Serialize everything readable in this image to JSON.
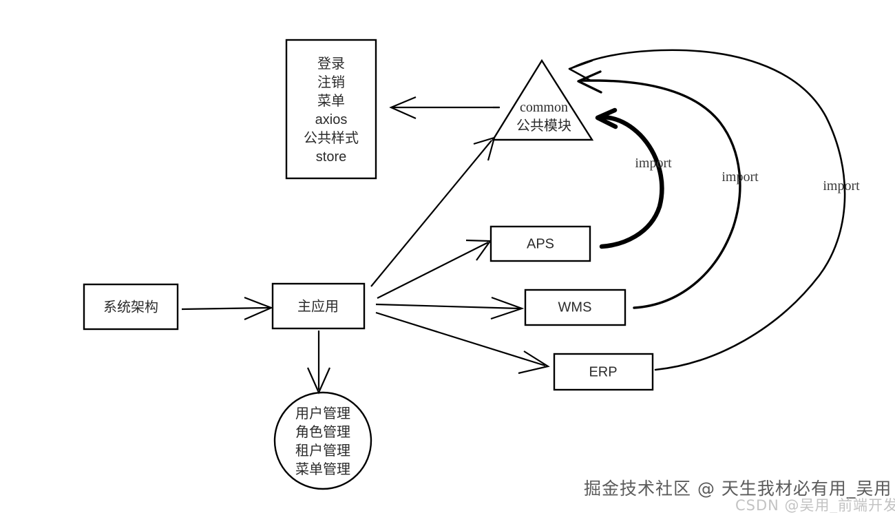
{
  "diagram": {
    "type": "flow-architecture",
    "nodes": {
      "common_list": {
        "shape": "rectangle",
        "items": [
          "登录",
          "注销",
          "菜单",
          "axios",
          "公共样式",
          "store"
        ]
      },
      "common_module": {
        "shape": "triangle",
        "line1": "common",
        "line2": "公共模块"
      },
      "system_arch": {
        "shape": "rectangle",
        "label": "系统架构"
      },
      "main_app": {
        "shape": "rectangle",
        "label": "主应用"
      },
      "aps": {
        "shape": "rectangle",
        "label": "APS"
      },
      "wms": {
        "shape": "rectangle",
        "label": "WMS"
      },
      "erp": {
        "shape": "rectangle",
        "label": "ERP"
      },
      "management": {
        "shape": "circle",
        "items": [
          "用户管理",
          "角色管理",
          "租户管理",
          "菜单管理"
        ]
      }
    },
    "edge_labels": {
      "import_aps": "import",
      "import_wms": "import",
      "import_erp": "import"
    },
    "colors": {
      "stroke": "#000000",
      "text": "#2b2b2b",
      "background": "#ffffff",
      "watermark_main": "#5b5b5b",
      "watermark_sub": "#c3c3c3"
    }
  },
  "watermarks": {
    "main": "掘金技术社区 @ 天生我材必有用_吴用",
    "sub": "CSDN @吴用_前端开发"
  }
}
